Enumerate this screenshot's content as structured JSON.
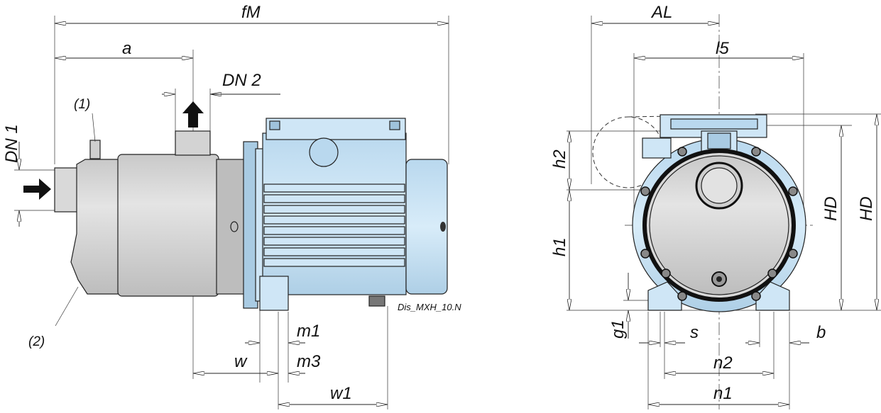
{
  "drawing": {
    "code": "Dis_MXH_10.N",
    "colors": {
      "pump_body": "#d6d6d6",
      "pump_shade": "#b9b9b9",
      "motor": "#cfe6f6",
      "motor_dark": "#a9cbe3",
      "line": "#222222"
    }
  },
  "side_view": {
    "dimensions": {
      "fM": "fM",
      "a": "a",
      "DN2": "DN 2",
      "DN1": "DN 1",
      "m1": "m1",
      "m3": "m3",
      "w": "w",
      "w1": "w1"
    },
    "callouts": {
      "c1": "(1)",
      "c2": "(2)"
    }
  },
  "front_view": {
    "dimensions": {
      "AL": "AL",
      "l5": "l5",
      "h2": "h2",
      "h1": "h1",
      "HD_inner": "HD",
      "HD_outer": "HD",
      "g1": "g1",
      "s": "s",
      "b": "b",
      "n2": "n2",
      "n1": "n1"
    }
  }
}
